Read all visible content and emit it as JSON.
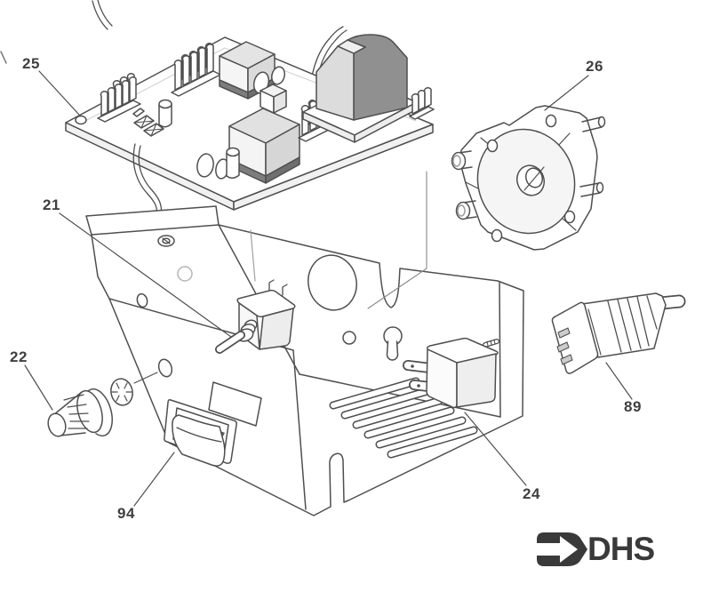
{
  "diagram": {
    "kind": "exploded-parts-diagram",
    "labels": [
      {
        "number": "25",
        "part": "circuit-board"
      },
      {
        "number": "26",
        "part": "pump-assembly"
      },
      {
        "number": "21",
        "part": "toggle-switch"
      },
      {
        "number": "22",
        "part": "knob"
      },
      {
        "number": "94",
        "part": "rocker-switch"
      },
      {
        "number": "24",
        "part": "power-inlet"
      },
      {
        "number": "89",
        "part": "power-cord-connector"
      }
    ],
    "logo": {
      "text": "DHS",
      "icon": "arrow-right-icon"
    },
    "colors": {
      "background": "#ffffff",
      "line": "#4f4f4f",
      "label_text": "#3f3f3f",
      "light_fill": "#e2e2e2",
      "mid_fill": "#d5d5d5",
      "dark_fill": "#8f8f8f",
      "band_fill": "#757575",
      "logo": "#3a3a3a"
    }
  }
}
